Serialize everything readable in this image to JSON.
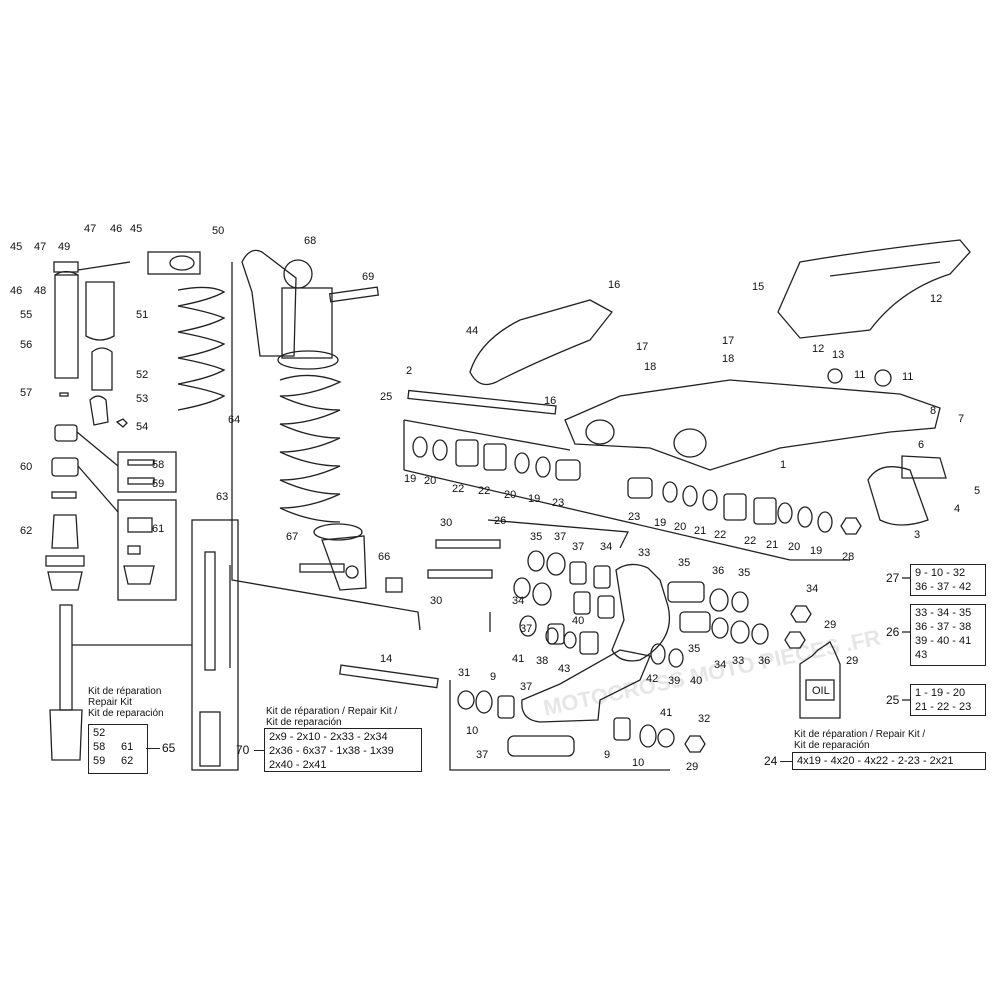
{
  "watermark": "MOTOCROSS MOTO PIECES .FR",
  "callouts": [
    "45",
    "47",
    "46",
    "45",
    "46",
    "48",
    "49",
    "47",
    "50",
    "55",
    "56",
    "51",
    "52",
    "53",
    "54",
    "57",
    "60",
    "58",
    "59",
    "61",
    "62",
    "64",
    "68",
    "69",
    "67",
    "66",
    "63",
    "16",
    "15",
    "12",
    "44",
    "17",
    "18",
    "17",
    "18",
    "12",
    "13",
    "11",
    "11",
    "8",
    "7",
    "2",
    "25",
    "16",
    "1",
    "6",
    "5",
    "4",
    "3",
    "19",
    "20",
    "22",
    "22",
    "20",
    "19",
    "23",
    "23",
    "19",
    "20",
    "21",
    "22",
    "22",
    "21",
    "20",
    "19",
    "28",
    "30",
    "30",
    "26",
    "34",
    "35",
    "37",
    "37",
    "34",
    "35",
    "36",
    "37",
    "40",
    "41",
    "38",
    "43",
    "33",
    "35",
    "34",
    "33",
    "36",
    "35",
    "34",
    "29",
    "29",
    "14",
    "31",
    "10",
    "9",
    "37",
    "42",
    "39",
    "40",
    "41",
    "10",
    "9",
    "37",
    "32",
    "29",
    "27"
  ],
  "kits": {
    "shock_kit": {
      "title": [
        "Kit de réparation",
        "Repair Kit",
        "Kit de reparación"
      ],
      "rows": [
        [
          "52",
          ""
        ],
        [
          "58",
          "61"
        ],
        [
          "59",
          "62"
        ]
      ],
      "number": "65"
    },
    "linkage_kit": {
      "title": [
        "Kit de réparation / Repair Kit /",
        "Kit de reparación"
      ],
      "rows": [
        "2x9 - 2x10 - 2x33 - 2x34",
        "2x36 - 6x37 - 1x38 - 1x39",
        "2x40 - 2x41"
      ],
      "number": "70"
    },
    "swingarm_kit": {
      "title": [
        "Kit de réparation / Repair Kit /",
        "Kit de reparación"
      ],
      "rows": [
        "4x19 - 4x20 - 4x22 - 2-23 - 2x21"
      ],
      "number": "24"
    },
    "box27": {
      "number": "27",
      "rows": [
        "9 - 10 - 32",
        "36 - 37 - 42"
      ]
    },
    "box26": {
      "number": "26",
      "rows": [
        "33 - 34 - 35",
        "36 - 37 - 38",
        "39 - 40 - 41",
        "43"
      ]
    },
    "box25": {
      "number": "25",
      "rows": [
        "1 - 19 - 20",
        "21 - 22 - 23"
      ]
    }
  },
  "oil_label": "OIL"
}
